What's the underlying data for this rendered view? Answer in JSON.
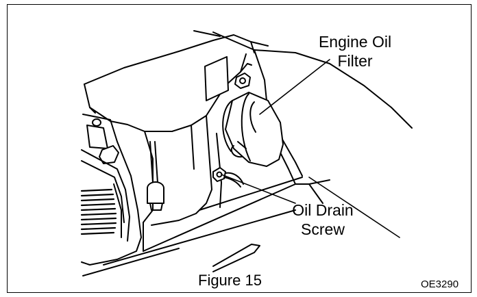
{
  "figure": {
    "caption": "Figure 15",
    "code": "OE3290"
  },
  "callouts": {
    "oil_filter": {
      "line1": "Engine Oil",
      "line2": "Filter"
    },
    "drain_screw": {
      "line1": "Oil Drain",
      "line2": "Screw"
    }
  },
  "colors": {
    "ink": "#000000",
    "paper": "#ffffff",
    "shadow": "#d9d9d9"
  }
}
